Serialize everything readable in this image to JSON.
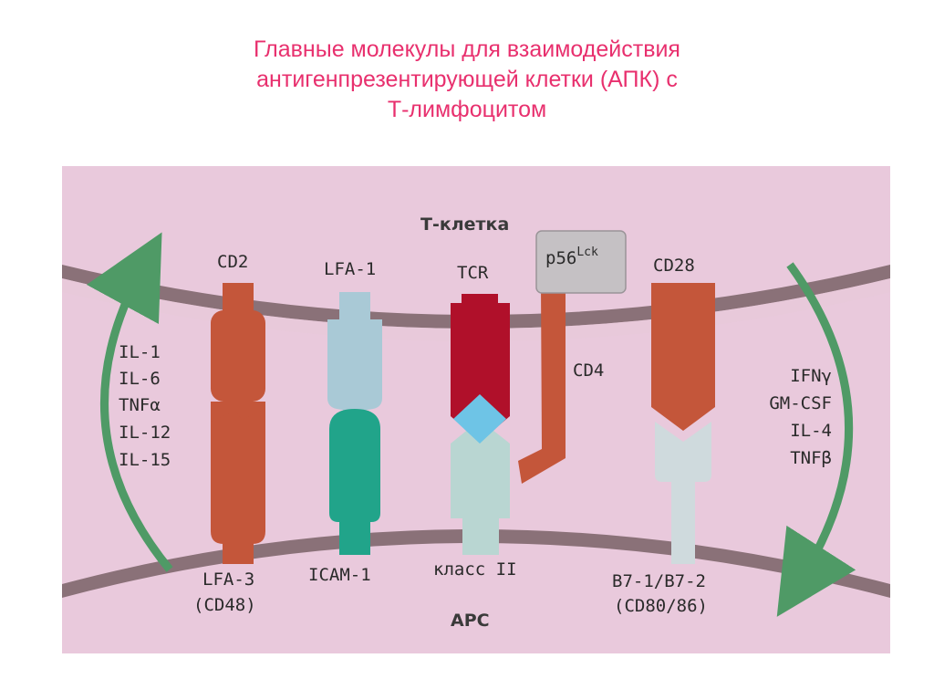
{
  "title": {
    "line1": "Главные молекулы для взаимодействия",
    "line2": "антигенпрезентирующей клетки  (АПК) с",
    "line3": "Т-лимфоцитом"
  },
  "diagram": {
    "t_cell_label": "Т-клетка",
    "apc_label": "APC",
    "left_cytokines": [
      "IL-1",
      "IL-6",
      "TNFα",
      "IL-12",
      "IL-15"
    ],
    "right_cytokines": [
      "IFNγ",
      "GM-CSF",
      "IL-4",
      "TNFβ"
    ],
    "top_molecules": [
      "CD2",
      "LFA-1",
      "TCR",
      "CD28"
    ],
    "p56": "p56",
    "p56_sup": "Lck",
    "cd4": "CD4",
    "bottom_molecules": {
      "lfa3": [
        "LFA-3",
        "(CD48)"
      ],
      "icam": "ICAM-1",
      "class2": "класс II",
      "b7": [
        "B7-1/B7-2",
        "(CD80/86)"
      ]
    },
    "colors": {
      "cell_bg": "#e9c9dc",
      "membrane": "#8a7178",
      "cd2": "#c4563a",
      "lfa1": "#a9c9d6",
      "icam": "#21a48a",
      "tcr": "#b0102a",
      "diamond": "#6ec4e6",
      "class2": "#b9d6d2",
      "arrow": "#4f9a66",
      "p56_box": "#c5c1c4"
    }
  }
}
